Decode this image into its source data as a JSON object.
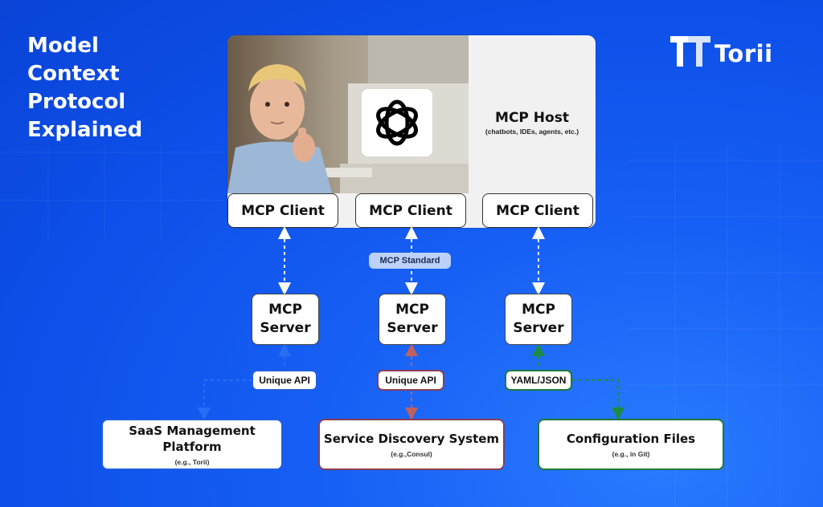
{
  "title": {
    "lines": [
      "Model",
      "Context",
      "Protocol",
      "Explained"
    ]
  },
  "brand": {
    "name": "Torii"
  },
  "host": {
    "title": "MCP Host",
    "subtitle": "(chatbots, IDEs, agents, etc.)",
    "logo_icon": "openai-logo-icon"
  },
  "clients": [
    {
      "label": "MCP Client"
    },
    {
      "label": "MCP Client"
    },
    {
      "label": "MCP Client"
    }
  ],
  "standard_label": "MCP Standard",
  "servers": [
    {
      "line1": "MCP",
      "line2": "Server"
    },
    {
      "line1": "MCP",
      "line2": "Server"
    },
    {
      "line1": "MCP",
      "line2": "Server"
    }
  ],
  "connectors": [
    {
      "label": "Unique API",
      "color": "#1f5fe0"
    },
    {
      "label": "Unique API",
      "color": "#8a3e52"
    },
    {
      "label": "YAML/JSON",
      "color": "#1e7a3a"
    }
  ],
  "targets": [
    {
      "title_line1": "SaaS Management",
      "title_line2": "Platform",
      "subtitle": "(e.g., Torii)",
      "color": "#1f5fe0"
    },
    {
      "title_line1": "Service Discovery System",
      "title_line2": "",
      "subtitle": "(e.g.,Consul)",
      "color": "#8a3e52"
    },
    {
      "title_line1": "Configuration Files",
      "title_line2": "",
      "subtitle": "(e.g., in Git)",
      "color": "#1e7a3a"
    }
  ],
  "colors": {
    "background": "#0d4fe8",
    "arrow_white": "#ffffff",
    "red": "#c06060",
    "green": "#1e8a44"
  }
}
